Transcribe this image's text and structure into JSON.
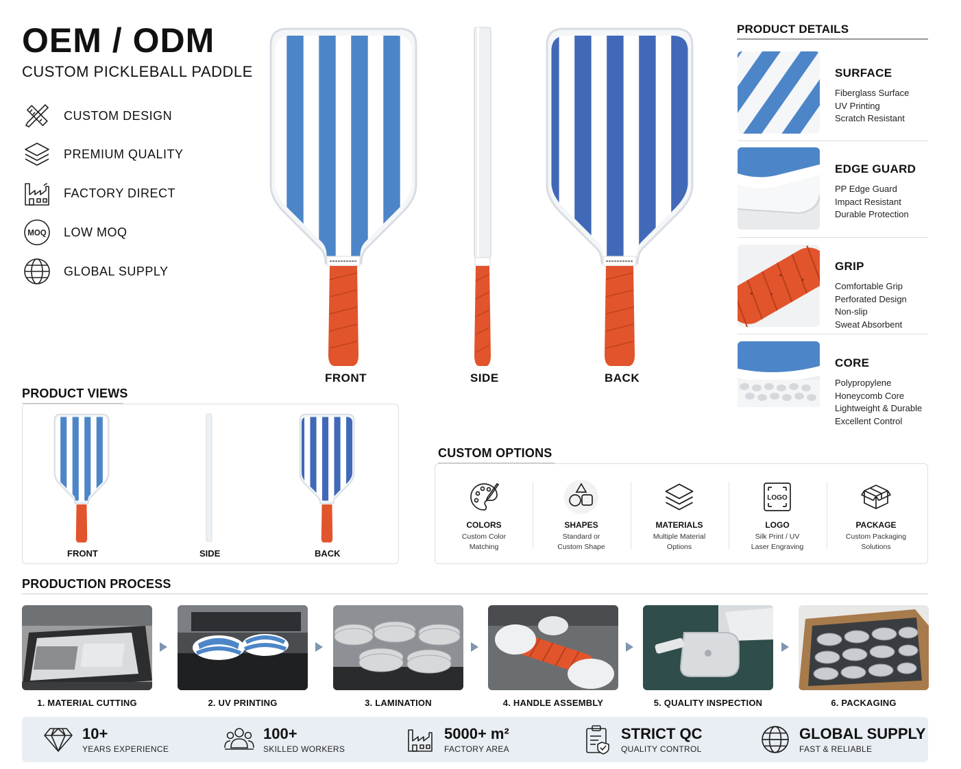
{
  "header": {
    "title": "OEM / ODM",
    "subtitle": "CUSTOM PICKLEBALL PADDLE"
  },
  "features": [
    {
      "label": "CUSTOM DESIGN",
      "icon": "ruler-pencil-icon"
    },
    {
      "label": "PREMIUM QUALITY",
      "icon": "layers-icon"
    },
    {
      "label": "FACTORY DIRECT",
      "icon": "factory-icon"
    },
    {
      "label": "LOW MOQ",
      "icon": "moq-badge-icon",
      "badge": "MOQ"
    },
    {
      "label": "GLOBAL SUPPLY",
      "icon": "globe-icon"
    }
  ],
  "hero_views": {
    "front": "FRONT",
    "side": "SIDE",
    "back": "BACK"
  },
  "colors": {
    "stripe_front": "#4d86c8",
    "stripe_back": "#4169b8",
    "grip": "#e2542b",
    "edge": "#e8ecf0",
    "stat_bar": "#e9eef4"
  },
  "product_views": {
    "title": "PRODUCT VIEWS",
    "labels": {
      "front": "FRONT",
      "side": "SIDE",
      "back": "BACK"
    }
  },
  "product_details": {
    "title": "PRODUCT DETAILS",
    "items": [
      {
        "title": "SURFACE",
        "lines": [
          "Fiberglass Surface",
          "UV Printing",
          "Scratch Resistant"
        ]
      },
      {
        "title": "EDGE GUARD",
        "lines": [
          "PP Edge Guard",
          "Impact Resistant",
          "Durable Protection"
        ]
      },
      {
        "title": "GRIP",
        "lines": [
          "Comfortable Grip",
          "Perforated Design",
          "Non-slip",
          "Sweat Absorbent"
        ]
      },
      {
        "title": "CORE",
        "lines": [
          "Polypropylene",
          "Honeycomb Core",
          "Lightweight & Durable",
          "Excellent Control"
        ]
      }
    ]
  },
  "custom_options": {
    "title": "CUSTOM OPTIONS",
    "items": [
      {
        "title": "COLORS",
        "desc1": "Custom Color",
        "desc2": "Matching",
        "icon": "palette-icon"
      },
      {
        "title": "SHAPES",
        "desc1": "Standard or",
        "desc2": "Custom Shape",
        "icon": "shapes-icon"
      },
      {
        "title": "MATERIALS",
        "desc1": "Multiple Material",
        "desc2": "Options",
        "icon": "layers-icon"
      },
      {
        "title": "LOGO",
        "desc1": "Silk Print / UV",
        "desc2": "Laser Engraving",
        "icon": "logo-icon",
        "badge": "LOGO"
      },
      {
        "title": "PACKAGE",
        "desc1": "Custom Packaging",
        "desc2": "Solutions",
        "icon": "box-icon"
      }
    ]
  },
  "production_process": {
    "title": "PRODUCTION PROCESS",
    "steps": [
      "1. MATERIAL CUTTING",
      "2. UV PRINTING",
      "3. LAMINATION",
      "4. HANDLE ASSEMBLY",
      "5. QUALITY INSPECTION",
      "6. PACKAGING"
    ]
  },
  "stats": [
    {
      "big": "10+",
      "small": "YEARS EXPERIENCE",
      "icon": "diamond-icon"
    },
    {
      "big": "100+",
      "small": "SKILLED WORKERS",
      "icon": "team-icon"
    },
    {
      "big": "5000+ m²",
      "small": "FACTORY AREA",
      "icon": "factory-icon"
    },
    {
      "big": "STRICT QC",
      "small": "QUALITY CONTROL",
      "icon": "clipboard-check-icon"
    },
    {
      "big": "GLOBAL SUPPLY",
      "small": "FAST & RELIABLE",
      "icon": "globe-icon"
    }
  ]
}
